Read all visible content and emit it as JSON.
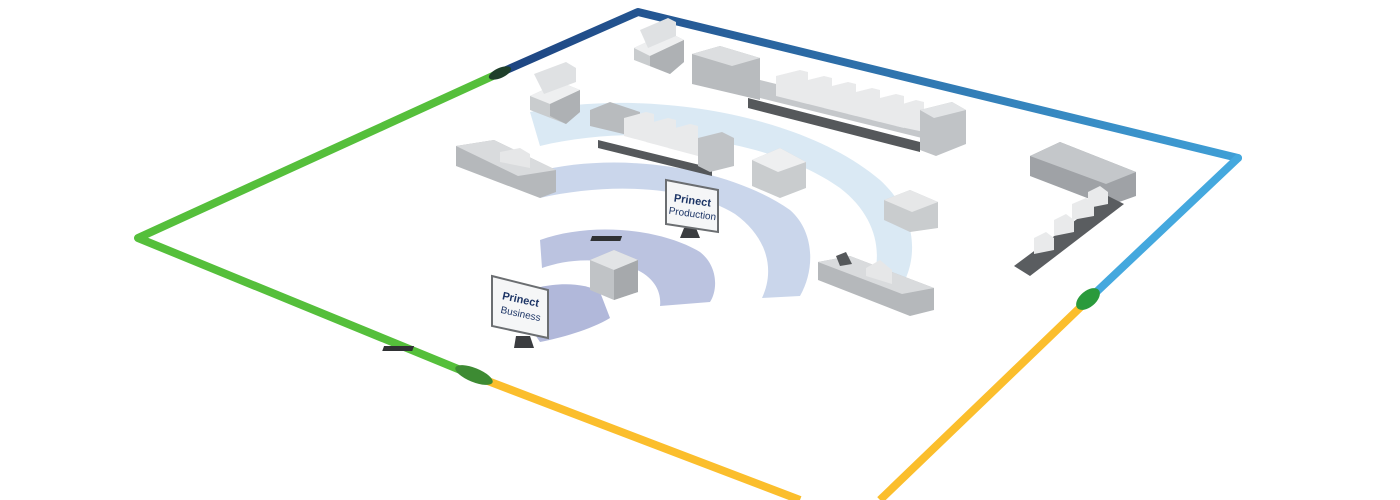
{
  "diagram": {
    "monitors": [
      {
        "id": "production",
        "title": "Prinect",
        "subtitle": "Production"
      },
      {
        "id": "business",
        "title": "Prinect",
        "subtitle": "Business"
      }
    ],
    "colors": {
      "frame_green": "#55bf3b",
      "frame_navy": "#1d4380",
      "frame_blue": "#3f9fd6",
      "frame_yellow": "#fbbe2c",
      "signal_inner": "#9fa8cf",
      "signal_outer": "#cfe3f1",
      "machine_light": "#d7d9db",
      "machine_mid": "#b2b5b8",
      "machine_dark": "#55585b",
      "screen_text": "#1d3566"
    }
  }
}
